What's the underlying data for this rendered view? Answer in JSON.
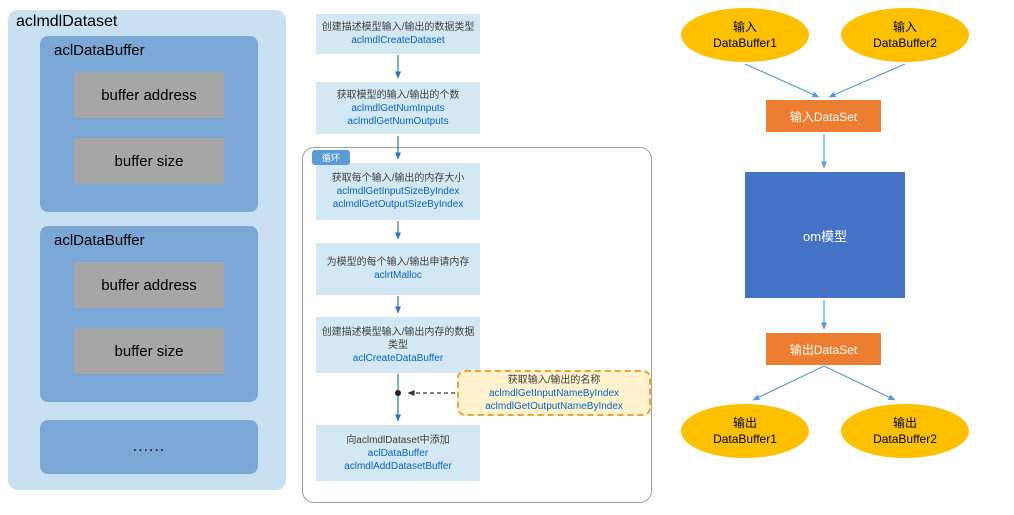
{
  "palette": {
    "panel_bg": "#c9e0f3",
    "buffer_bg": "#7ba7d7",
    "field_bg": "#a6a6a6",
    "flow_box_bg": "#d4e8f4",
    "api_link": "#0563c1",
    "loop_badge_bg": "#5b9bd5",
    "optional_bg": "#fff2cc",
    "optional_border": "#e8a33d",
    "ellipse_bg": "#ffc000",
    "dataset_bg": "#ed7d31",
    "model_bg": "#4472c4",
    "arrow": "#2e75b6"
  },
  "left_panel": {
    "title": "aclmdlDataset",
    "buffers": [
      {
        "title": "aclDataBuffer",
        "fields": [
          "buffer address",
          "buffer size"
        ]
      },
      {
        "title": "aclDataBuffer",
        "fields": [
          "buffer address",
          "buffer size"
        ]
      }
    ],
    "ellipsis": "......"
  },
  "flowchart": {
    "steps": [
      {
        "desc": "创建描述模型输入/输出的数据类型",
        "apis": [
          "aclmdlCreateDataset"
        ]
      },
      {
        "desc": "获取模型的输入/输出的个数",
        "apis": [
          "aclmdlGetNumInputs",
          "aclmdlGetNumOutputs"
        ]
      }
    ],
    "loop": {
      "label": "循环",
      "steps": [
        {
          "desc": "获取每个输入/输出的内存大小",
          "apis": [
            "aclmdlGetInputSizeByIndex",
            "aclmdlGetOutputSizeByIndex"
          ]
        },
        {
          "desc": "为模型的每个输入/输出申请内存",
          "apis": [
            "aclrtMalloc"
          ]
        },
        {
          "desc": "创建描述模型输入/输出内存的数据类型",
          "apis": [
            "aclCreateDataBuffer"
          ]
        },
        {
          "desc": "向aclmdlDataset中添加",
          "apis": [
            "aclDataBuffer",
            "aclmdlAddDatasetBuffer"
          ]
        }
      ],
      "optional": {
        "desc": "获取输入/输出的名称",
        "apis": [
          "aclmdlGetInputNameByIndex",
          "aclmdlGetOutputNameByIndex"
        ]
      }
    }
  },
  "right_diagram": {
    "input_buffers": [
      {
        "line1": "输入",
        "line2": "DataBuffer1"
      },
      {
        "line1": "输入",
        "line2": "DataBuffer2"
      }
    ],
    "input_dataset": "输入DataSet",
    "model": "om模型",
    "output_dataset": "输出DataSet",
    "output_buffers": [
      {
        "line1": "输出",
        "line2": "DataBuffer1"
      },
      {
        "line1": "输出",
        "line2": "DataBuffer2"
      }
    ]
  }
}
